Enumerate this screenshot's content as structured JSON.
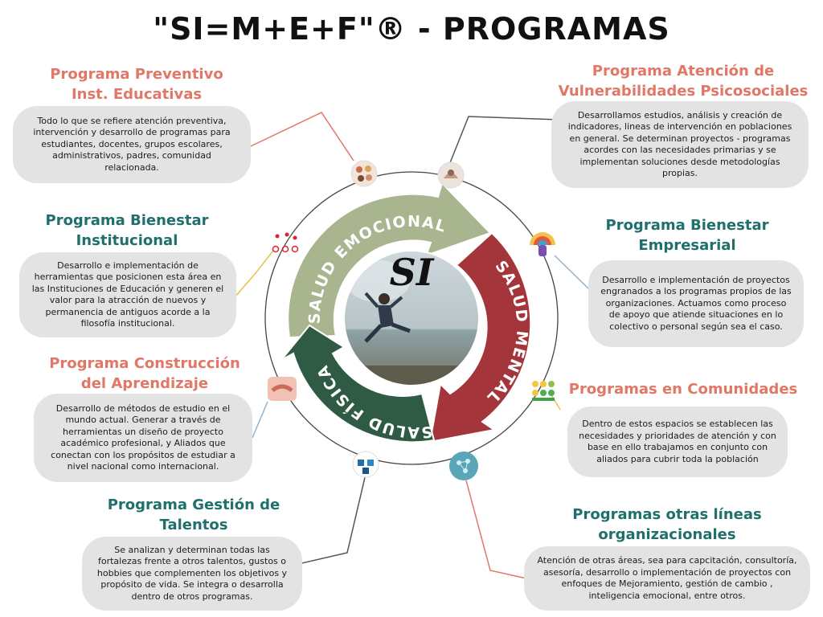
{
  "title": "\"SI=M+E+F\"® - PROGRAMAS",
  "center": {
    "label": "SI",
    "photo_icon": "jumping-person-photo"
  },
  "ring": {
    "emocional": "SALUD EMOCIONAL",
    "mental": "SALUD MENTAL",
    "fisica": "SALUD FÍSICA",
    "colors": {
      "emocional": "#a9b58f",
      "mental": "#a4353a",
      "fisica": "#2f5a44"
    }
  },
  "colors": {
    "salmon": "#e07767",
    "teal": "#1f6f6c",
    "box": "#e3e3e3"
  },
  "programs": [
    {
      "id": "preventivo",
      "title": [
        "Programa Preventivo",
        "Inst. Educativas"
      ],
      "text": "Todo lo que se refiere atención preventiva, intervención y desarrollo de programas para estudiantes, docentes, grupos escolares, administrativos, padres, comunidad relacionada.",
      "icon": "hands-together-icon"
    },
    {
      "id": "vulnerabilidades",
      "title": [
        "Programa Atención de",
        "Vulnerabilidades Psicosociales"
      ],
      "text": "Desarrollamos estudios, análisis y creación de indicadores, lineas de intervención en poblaciones en general. Se determinan proyectos - programas acordes con las necesidades primarias  y se implementan  soluciones desde metodologías propias.",
      "icon": "helping-hands-icon"
    },
    {
      "id": "institucional",
      "title": [
        "Programa Bienestar",
        "Institucional"
      ],
      "text": "Desarrollo e implementación de herramientas que posicionen esta área en las Instituciones de Educación y generen el valor para la atracción de nuevos y permanencia de antiguos acorde a la filosofía institucional.",
      "icon": "location-pins-icon"
    },
    {
      "id": "empresarial",
      "title": [
        "Programa Bienestar",
        "Empresarial"
      ],
      "text": "Desarrollo e implementación de proyectos engranados a los programas propios de las organizaciones. Actuamos como proceso de apoyo que atiende situaciones en lo colectivo o personal según sea el caso.",
      "icon": "rainbow-mind-icon"
    },
    {
      "id": "aprendizaje",
      "title": [
        "Programa Construcción",
        "del Aprendizaje"
      ],
      "text": "Desarrollo de métodos de estudio en el mundo actual. Generar a través de herramientas un diseño de proyecto académico profesional, y Aliados que conectan con los propósitos de estudiar a nivel nacional como internacional.",
      "icon": "handshake-icon"
    },
    {
      "id": "comunidades",
      "title": [
        "Programas en Comunidades"
      ],
      "text": "Dentro de estos espacios se establecen las necesidades y prioridades de atención y con base en ello trabajamos en conjunto con aliados para cubrir toda la población",
      "icon": "emoji-faces-icon"
    },
    {
      "id": "talentos",
      "title": [
        "Programa Gestión de",
        "Talentos"
      ],
      "text": "Se analizan y determinan todas las fortalezas frente a otros talentos, gustos o hobbies que complementen los objetivos y propósito de vida. Se integra o desarrolla dentro de otros programas.",
      "icon": "cubes-network-icon"
    },
    {
      "id": "otras",
      "title": [
        "Programas otras líneas",
        "organizacionales"
      ],
      "text": "Atención de otras áreas, sea para capcitación, consultoría, asesoría, desarrollo o implementación de proyectos con enfoques de Mejoramiento, gestión de cambio , inteligencia emocional, entre otros.",
      "icon": "brain-network-icon"
    }
  ]
}
